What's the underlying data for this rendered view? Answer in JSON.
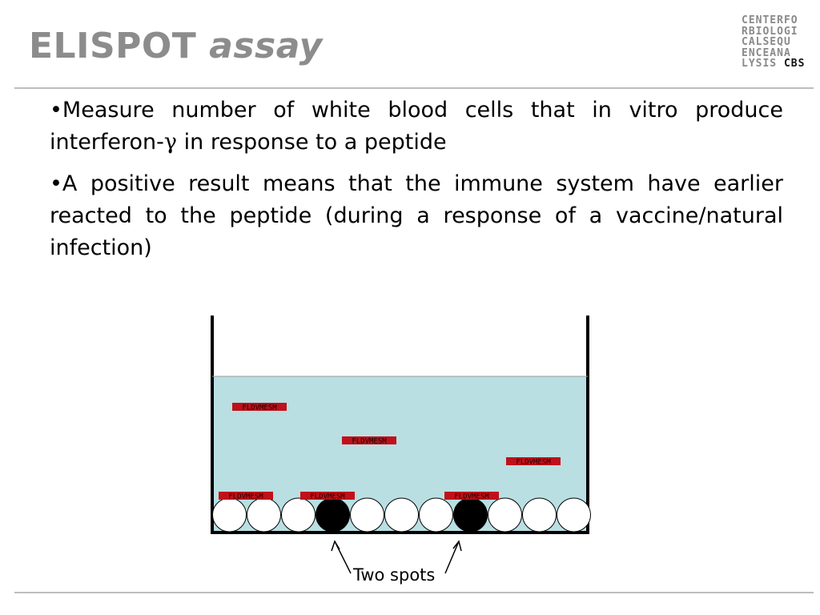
{
  "title": {
    "main": "ELISPOT",
    "italic": "assay"
  },
  "logo": {
    "lines": [
      "CENTERFO",
      "RBIOLOGI",
      "CALSEQU",
      "ENCEANA"
    ],
    "last_line_prefix": "LYSIS",
    "last_line_bold": "CBS"
  },
  "bullets": [
    {
      "before": "•Measure number of white blood cells that in vitro produce interferon-",
      "symbol": "γ",
      "after": " in response to a peptide"
    },
    {
      "before": "•A positive result means that the immune system have earlier reacted to the peptide (during a response of a vaccine/natural infection)",
      "symbol": "",
      "after": ""
    }
  ],
  "diagram": {
    "peptide_label": "FLDVMESM",
    "caption": "Two spots",
    "colors": {
      "liquid": "#b9dfe2",
      "peptide": "#c0101a",
      "wall": "#000000",
      "spot": "#000000"
    }
  }
}
